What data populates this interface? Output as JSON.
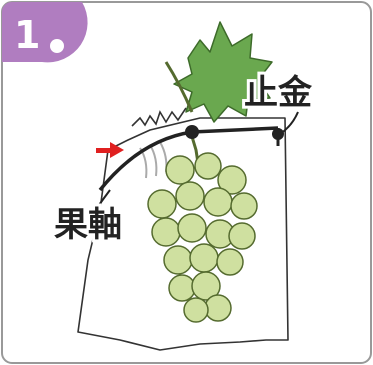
{
  "step": {
    "number": "1"
  },
  "labels": {
    "stopper": "止金",
    "stem": "果軸"
  },
  "colors": {
    "badge": "#b07dc0",
    "leaf": "#6aa84f",
    "grape_fill": "#cfe0a0",
    "grape_stroke": "#556b2f",
    "bag_stroke": "#333333",
    "arrow": "#e02020",
    "frame": "#999999"
  },
  "icons": {
    "badge": "step-number-badge",
    "arrow": "red-arrow-icon",
    "stopper_pin": "stopper-pin-icon"
  }
}
